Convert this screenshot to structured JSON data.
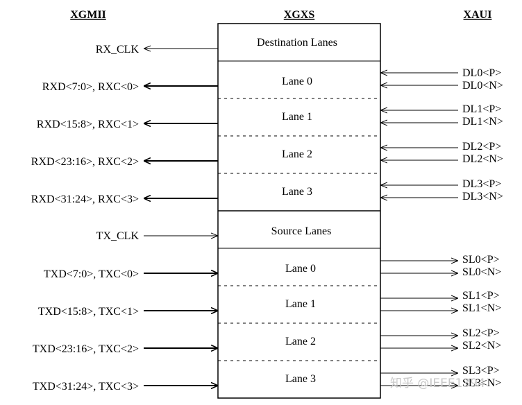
{
  "headers": {
    "left": "XGMII",
    "center": "XGXS",
    "right": "XAUI"
  },
  "rx": {
    "section_label": "Destination Lanes",
    "clk_label": "RX_CLK",
    "lanes": [
      {
        "name": "Lane 0",
        "bus": "RXD<7:0>, RXC<0>",
        "p": "DL0<P>",
        "n": "DL0<N>"
      },
      {
        "name": "Lane 1",
        "bus": "RXD<15:8>, RXC<1>",
        "p": "DL1<P>",
        "n": "DL1<N>"
      },
      {
        "name": "Lane 2",
        "bus": "RXD<23:16>, RXC<2>",
        "p": "DL2<P>",
        "n": "DL2<N>"
      },
      {
        "name": "Lane 3",
        "bus": "RXD<31:24>, RXC<3>",
        "p": "DL3<P>",
        "n": "DL3<N>"
      }
    ]
  },
  "tx": {
    "section_label": "Source Lanes",
    "clk_label": "TX_CLK",
    "lanes": [
      {
        "name": "Lane 0",
        "bus": "TXD<7:0>, TXC<0>",
        "p": "SL0<P>",
        "n": "SL0<N>"
      },
      {
        "name": "Lane 1",
        "bus": "TXD<15:8>, TXC<1>",
        "p": "SL1<P>",
        "n": "SL1<N>"
      },
      {
        "name": "Lane 2",
        "bus": "TXD<23:16>, TXC<2>",
        "p": "SL2<P>",
        "n": "SL2<N>"
      },
      {
        "name": "Lane 3",
        "bus": "TXD<31:24>, TXC<3>",
        "p": "SL3<P>",
        "n": "SL3<N>"
      }
    ]
  },
  "watermark": "知乎 @IEEE1394"
}
